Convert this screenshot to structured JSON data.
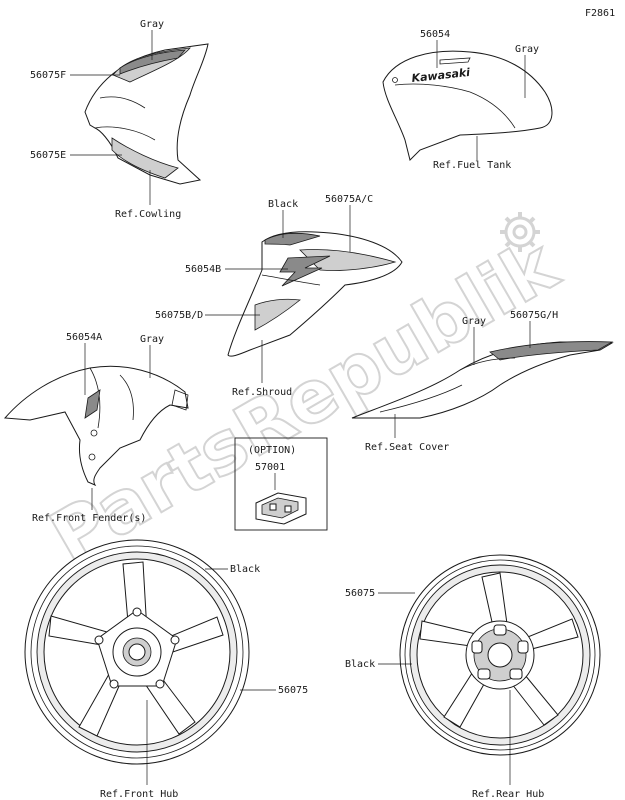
{
  "figure_code": "F2861",
  "watermark": "PartsRepublik",
  "labels": {
    "cowling_gray": "Gray",
    "p56075F": "56075F",
    "p56075E": "56075E",
    "ref_cowling": "Ref.Cowling",
    "p56054": "56054",
    "tank_gray": "Gray",
    "tank_brand": "Kawasaki",
    "ref_fuel_tank": "Ref.Fuel Tank",
    "shroud_black": "Black",
    "p56075AC": "56075A/C",
    "p56054B": "56054B",
    "p56075BD": "56075B/D",
    "ref_shroud": "Ref.Shroud",
    "p56054A": "56054A",
    "fender_gray": "Gray",
    "ref_front_fender": "Ref.Front Fender(s)",
    "option": "(OPTION)",
    "p57001": "57001",
    "seat_gray": "Gray",
    "p56075GH": "56075G/H",
    "ref_seat_cover": "Ref.Seat Cover",
    "front_black": "Black",
    "front_56075": "56075",
    "ref_front_hub": "Ref.Front Hub",
    "rear_56075": "56075",
    "rear_black": "Black",
    "ref_rear_hub": "Ref.Rear Hub"
  },
  "icons": {
    "gear": "gear-icon"
  }
}
